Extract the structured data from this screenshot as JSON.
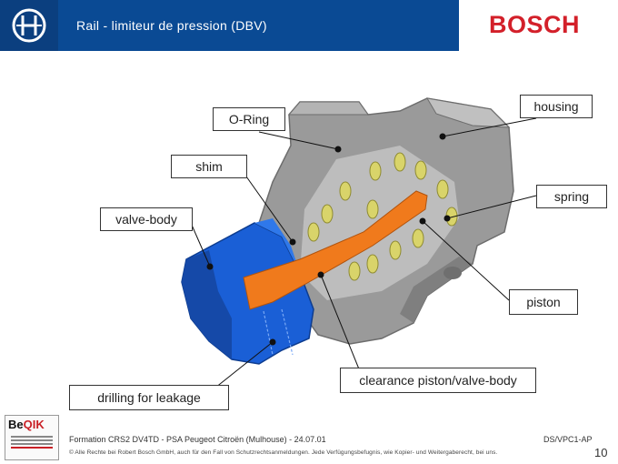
{
  "header": {
    "title": "Rail - limiteur de pression (DBV)",
    "brand": "BOSCH"
  },
  "labels": {
    "oring": "O-Ring",
    "housing": "housing",
    "shim": "shim",
    "spring": "spring",
    "valve_body": "valve-body",
    "piston": "piston",
    "clearance": "clearance piston/valve-body",
    "drilling": "drilling for leakage"
  },
  "footer": {
    "logo": "Be",
    "logo_accent": "QIK",
    "course": "Formation CRS2 DV4TD - PSA Peugeot Citroën (Mulhouse) - 24.07.01",
    "code": "DS/VPC1-AP",
    "copyright": "© Alle Rechte bei Robert Bosch GmbH, auch für den Fall von Schutzrechtsanmeldungen. Jede Verfügungsbefugnis, wie Kopier- und Weitergaberecht, bei uns.",
    "page": "10"
  },
  "colors": {
    "header_blue": "#0a4a94",
    "brand_red": "#d3202a",
    "housing_gray": "#9a9a9a",
    "valve_blue": "#1a5fd6",
    "piston_orange": "#f07a1c",
    "spring_yellow": "#d9d46a"
  }
}
